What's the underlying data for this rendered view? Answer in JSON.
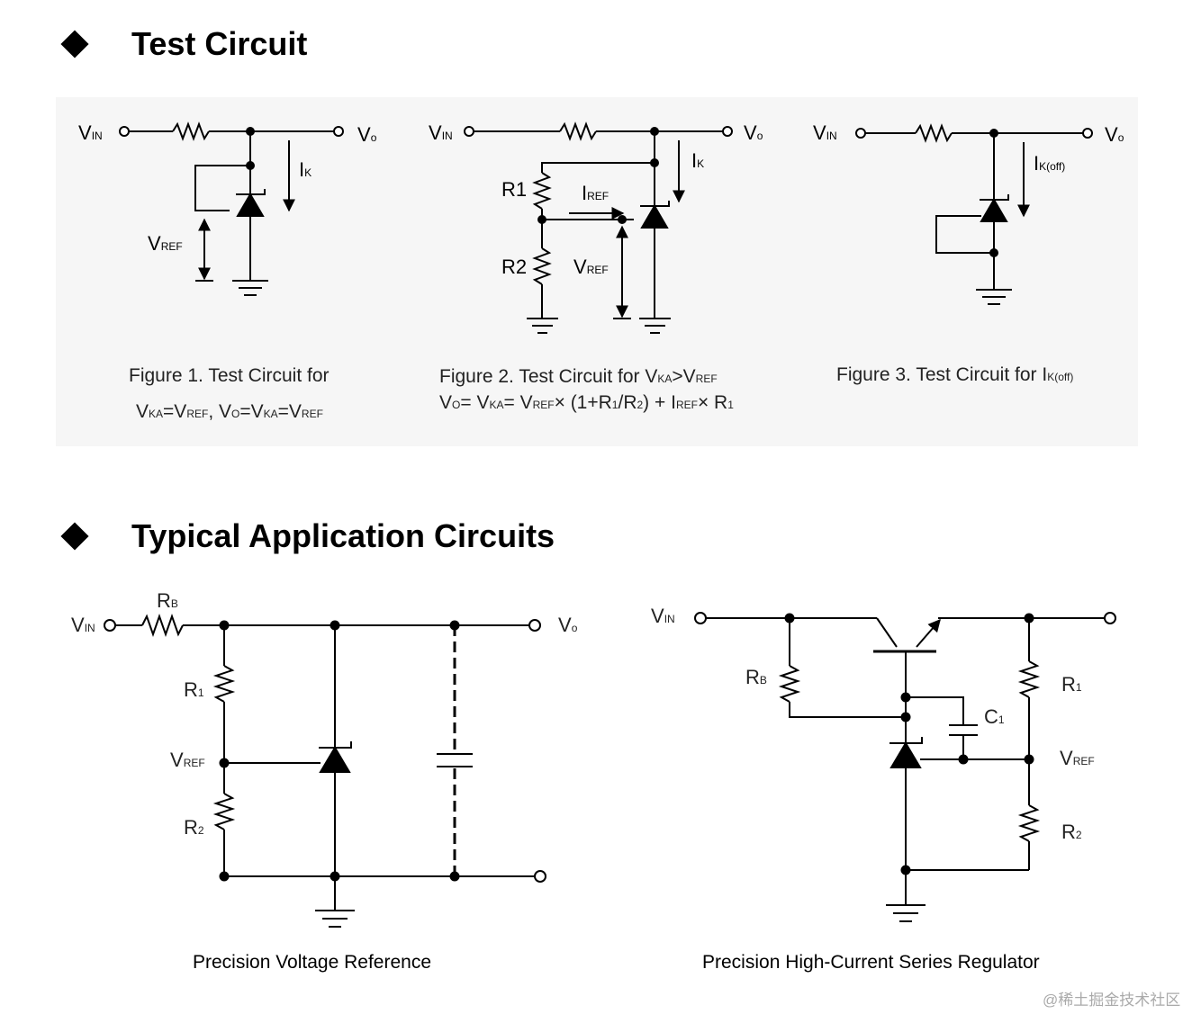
{
  "sections": {
    "test_circuit_title": "Test Circuit",
    "application_title": "Typical Application Circuits"
  },
  "figures": {
    "fig1": {
      "vin": "V",
      "vin_sub": "IN",
      "vo": "V",
      "vo_sub": "o",
      "ik": "I",
      "ik_sub": "K",
      "vref": "V",
      "vref_sub": "REF",
      "caption_line1": "Figure 1. Test Circuit for",
      "cap2_a": "V",
      "cap2_a_sub": "KA",
      "cap2_b": "=V",
      "cap2_b_sub": "REF",
      "cap2_c": ",  V",
      "cap2_c_sub": "O",
      "cap2_d": "=V",
      "cap2_d_sub": "KA",
      "cap2_e": "=V",
      "cap2_e_sub": "REF"
    },
    "fig2": {
      "vin": "V",
      "vin_sub": "IN",
      "vo": "V",
      "vo_sub": "o",
      "ik": "I",
      "ik_sub": "K",
      "r1": "R1",
      "r2": "R2",
      "iref": "I",
      "iref_sub": "REF",
      "vref": "V",
      "vref_sub": "REF",
      "cap1_a": "Figure 2. Test Circuit for V",
      "cap1_a_sub": "KA",
      "cap1_b": ">V",
      "cap1_b_sub": "REF",
      "cap2_a": "V",
      "cap2_a_sub": "O",
      "cap2_b": "= V",
      "cap2_b_sub": "KA",
      "cap2_c": "= V",
      "cap2_c_sub": "REF",
      "cap2_d": "× (1+R",
      "cap2_d_sub": "1",
      "cap2_e": "/R",
      "cap2_e_sub": "2",
      "cap2_f": ") + I",
      "cap2_f_sub": "REF",
      "cap2_g": "× R",
      "cap2_g_sub": "1"
    },
    "fig3": {
      "vin": "V",
      "vin_sub": "IN",
      "vo": "V",
      "vo_sub": "o",
      "ik": "I",
      "ik_sub": "K(off)",
      "caption_a": "Figure 3. Test Circuit for I",
      "caption_a_sub": "K(off)"
    }
  },
  "applications": {
    "reference": {
      "vin": "V",
      "vin_sub": "IN",
      "vo": "V",
      "vo_sub": "o",
      "rb": "R",
      "rb_sub": "B",
      "r1": "R",
      "r1_sub": "1",
      "vref": "V",
      "vref_sub": "REF",
      "r2": "R",
      "r2_sub": "2",
      "caption": "Precision Voltage Reference"
    },
    "regulator": {
      "vin": "V",
      "vin_sub": "IN",
      "rb": "R",
      "rb_sub": "B",
      "c1": "C",
      "c1_sub": "1",
      "r1": "R",
      "r1_sub": "1",
      "vref": "V",
      "vref_sub": "REF",
      "r2": "R",
      "r2_sub": "2",
      "caption": "Precision High-Current Series Regulator"
    }
  },
  "watermark": "@稀土掘金技术社区"
}
